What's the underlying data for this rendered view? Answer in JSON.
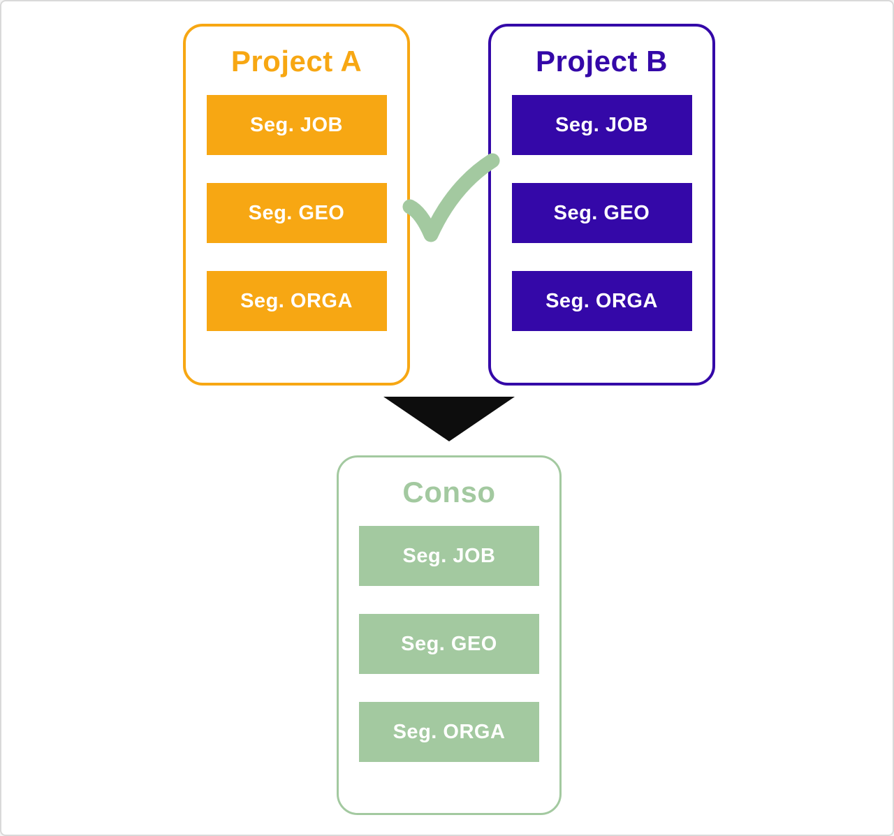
{
  "diagram": {
    "boxes": [
      {
        "title": "Project A",
        "color": "#f7a713",
        "segments": [
          "Seg. JOB",
          "Seg. GEO",
          "Seg. ORGA"
        ]
      },
      {
        "title": "Project B",
        "color": "#3408a8",
        "segments": [
          "Seg. JOB",
          "Seg. GEO",
          "Seg. ORGA"
        ]
      },
      {
        "title": "Conso",
        "color": "#a3c9a0",
        "segments": [
          "Seg. JOB",
          "Seg. GEO",
          "Seg. ORGA"
        ]
      }
    ],
    "icons": {
      "checkmark": "check-icon",
      "arrow": "down-arrow-icon"
    },
    "colors": {
      "project_a": "#f7a713",
      "project_b": "#3408a8",
      "conso": "#a3c9a0",
      "checkmark": "#a3c9a0",
      "arrow": "#0d0d0d",
      "canvas_border": "#d9d9d9",
      "background": "#ffffff"
    }
  }
}
